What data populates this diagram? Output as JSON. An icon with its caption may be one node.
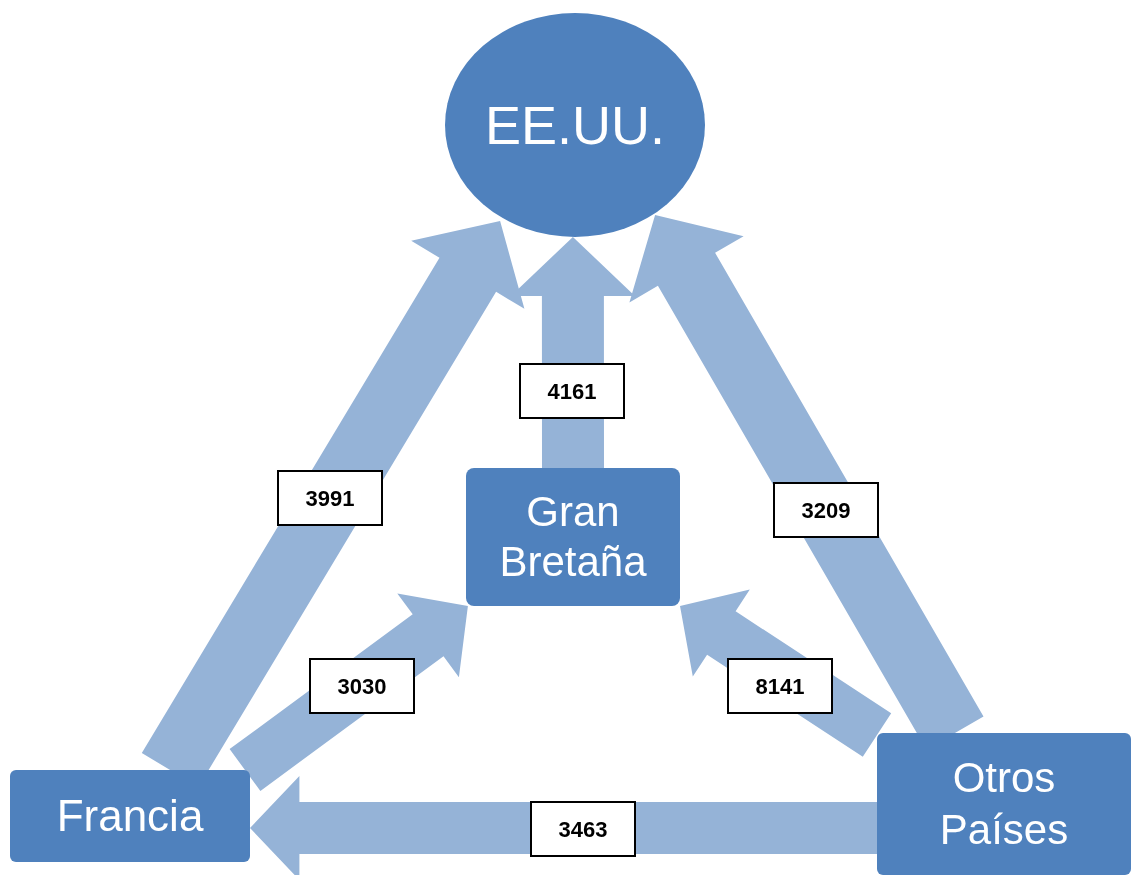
{
  "diagram": {
    "nodes": [
      {
        "text": [
          "EE.UU."
        ]
      },
      {
        "text": [
          "Gran Bretaña"
        ]
      },
      {
        "text": [
          "Francia"
        ]
      },
      {
        "text": [
          "Otros Países"
        ]
      }
    ],
    "edges": [
      {
        "from": 2,
        "to": 0,
        "arrow": "to",
        "label": "3991"
      },
      {
        "from": 1,
        "to": 0,
        "arrow": "to",
        "label": "4161"
      },
      {
        "from": 3,
        "to": 0,
        "arrow": "to",
        "label": "3209"
      },
      {
        "from": 2,
        "to": 1,
        "arrow": "to",
        "label": "3030"
      },
      {
        "from": 3,
        "to": 1,
        "arrow": "to",
        "label": "8141"
      },
      {
        "from": 3,
        "to": 2,
        "arrow": "to",
        "label": "3463"
      }
    ]
  }
}
